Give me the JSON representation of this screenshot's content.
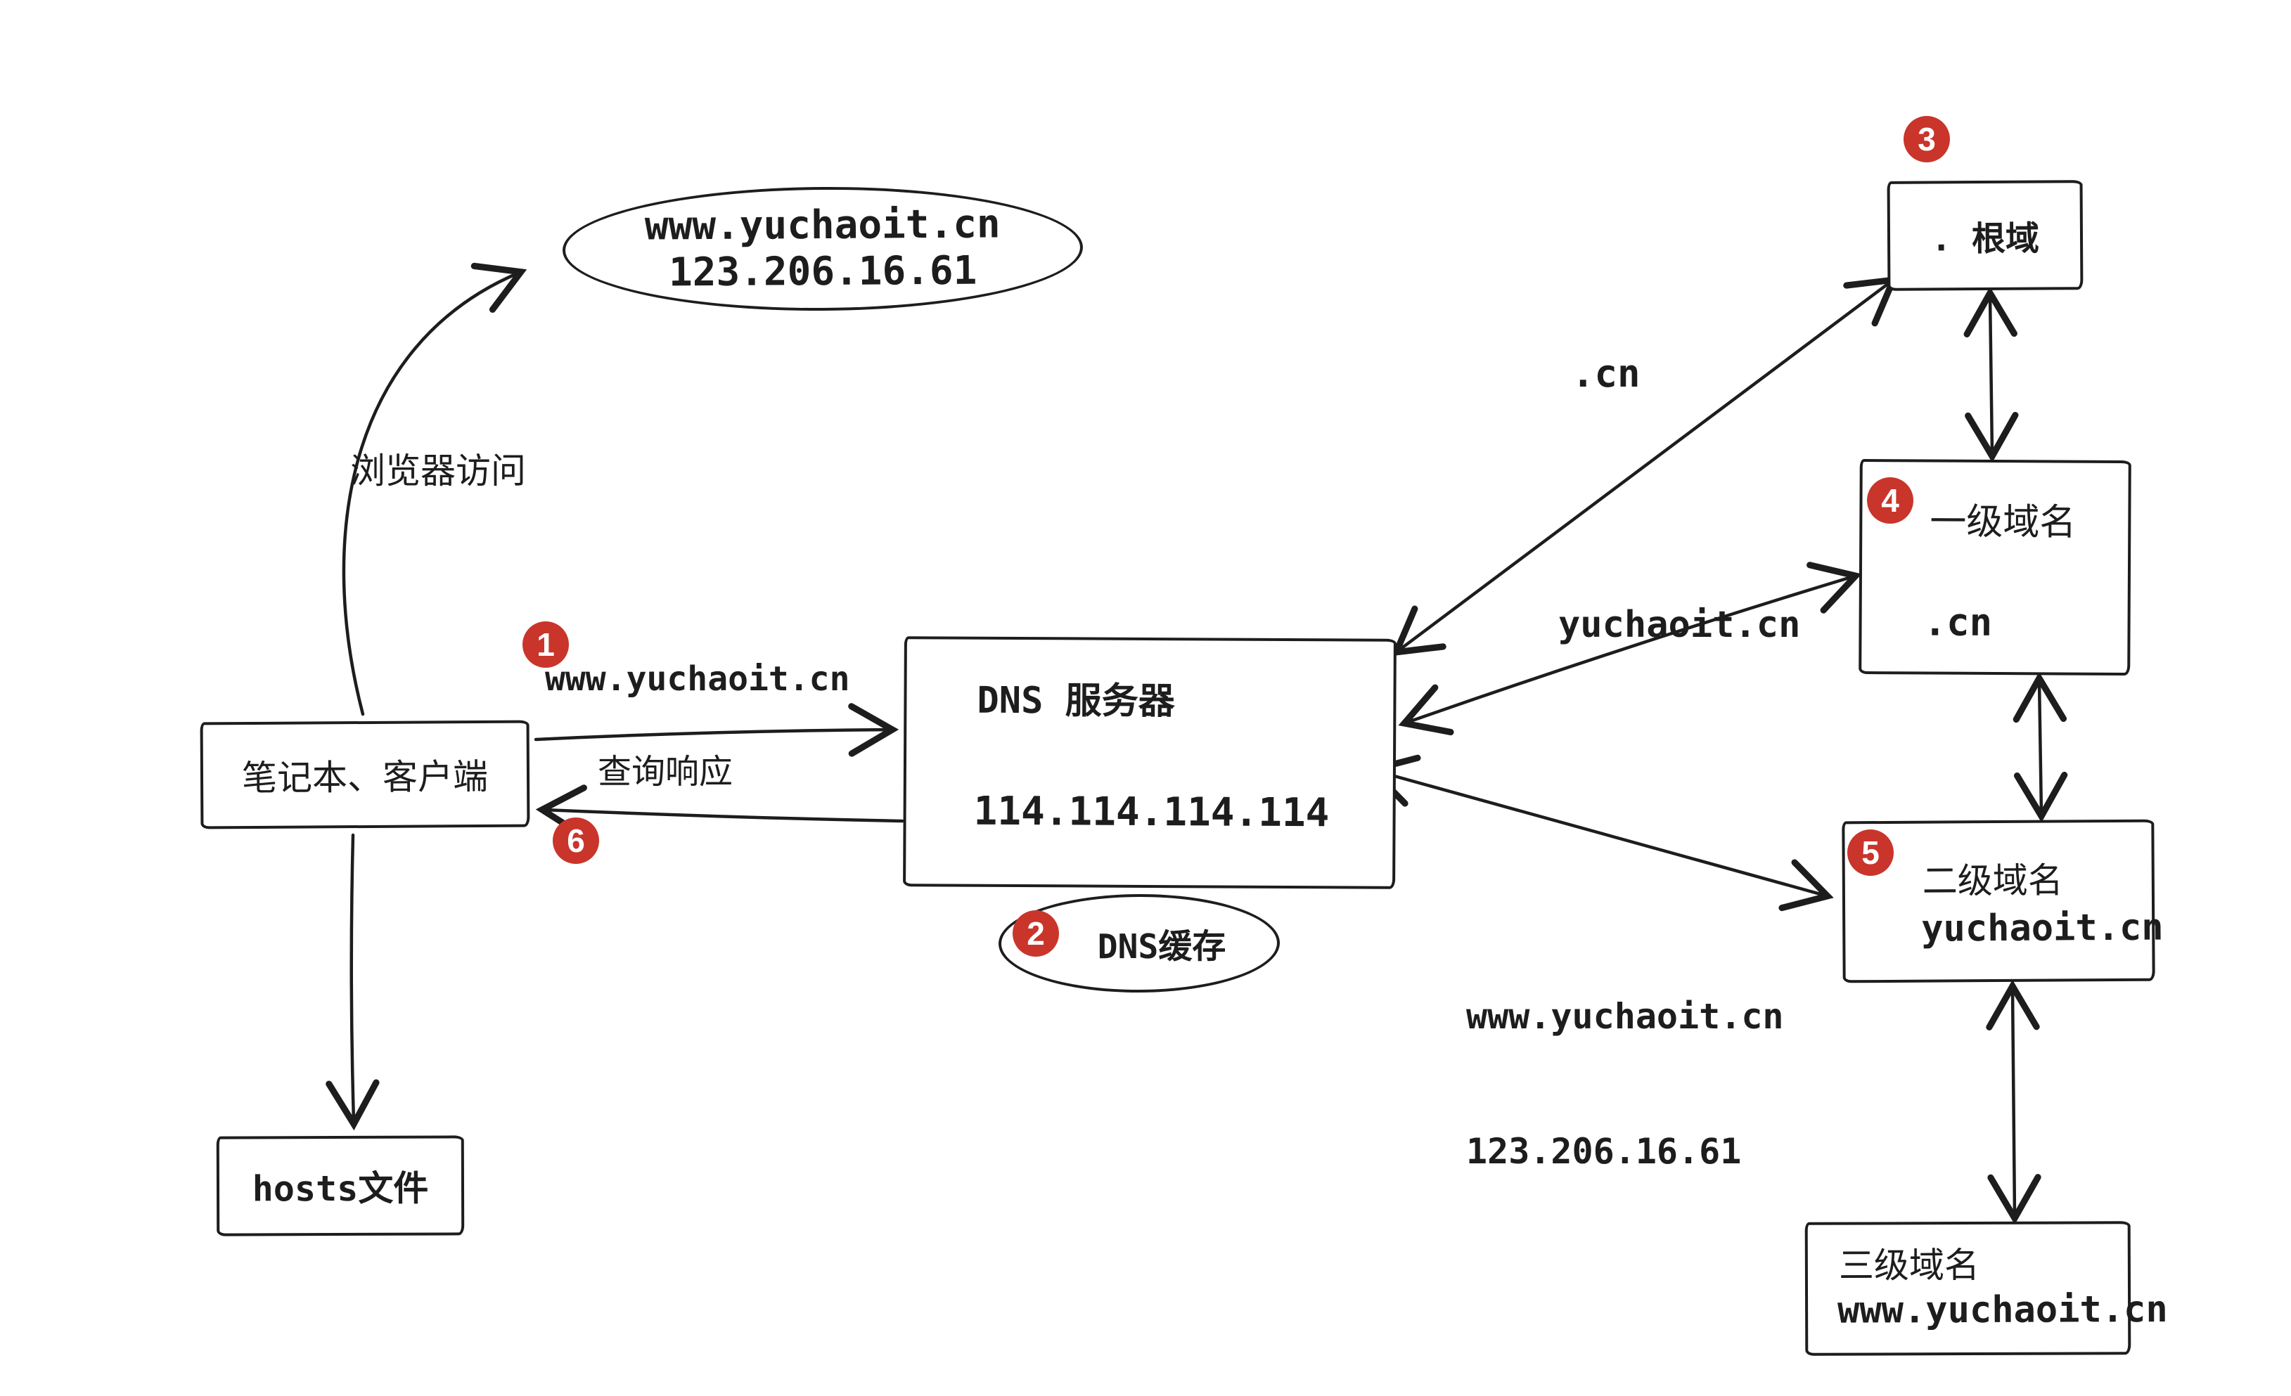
{
  "diagram": {
    "colors": {
      "ink": "#1d1d1d",
      "badge_red": "#c9352b",
      "background": "#ffffff"
    },
    "result_ellipse": {
      "line1": "www.yuchaoit.cn",
      "line2": "123.206.16.61"
    },
    "client_box": {
      "label": "笔记本、客户端"
    },
    "hosts_box": {
      "label": "hosts文件"
    },
    "dns_box": {
      "line1": "DNS 服务器",
      "line2": "114.114.114.114"
    },
    "dns_cache_ellipse": {
      "label": "DNS缓存"
    },
    "root_box": {
      "label": ".  根域"
    },
    "tld_box": {
      "line1": "一级域名",
      "line2": ".cn"
    },
    "sld_box": {
      "line1": "二级域名",
      "line2": "yuchaoit.cn"
    },
    "third_level_box": {
      "line1": "三级域名",
      "line2": "www.yuchaoit.cn"
    },
    "edge_labels": {
      "browser_access": "浏览器访问",
      "query_request": "www.yuchaoit.cn",
      "query_response": "查询响应",
      "root_query": ".cn",
      "tld_query": "yuchaoit.cn",
      "sld_query_line1": "www.yuchaoit.cn",
      "sld_query_line2": "123.206.16.61"
    },
    "step_badges": {
      "step1": "1",
      "step2": "2",
      "step3": "3",
      "step4": "4",
      "step5": "5",
      "step6": "6"
    }
  }
}
